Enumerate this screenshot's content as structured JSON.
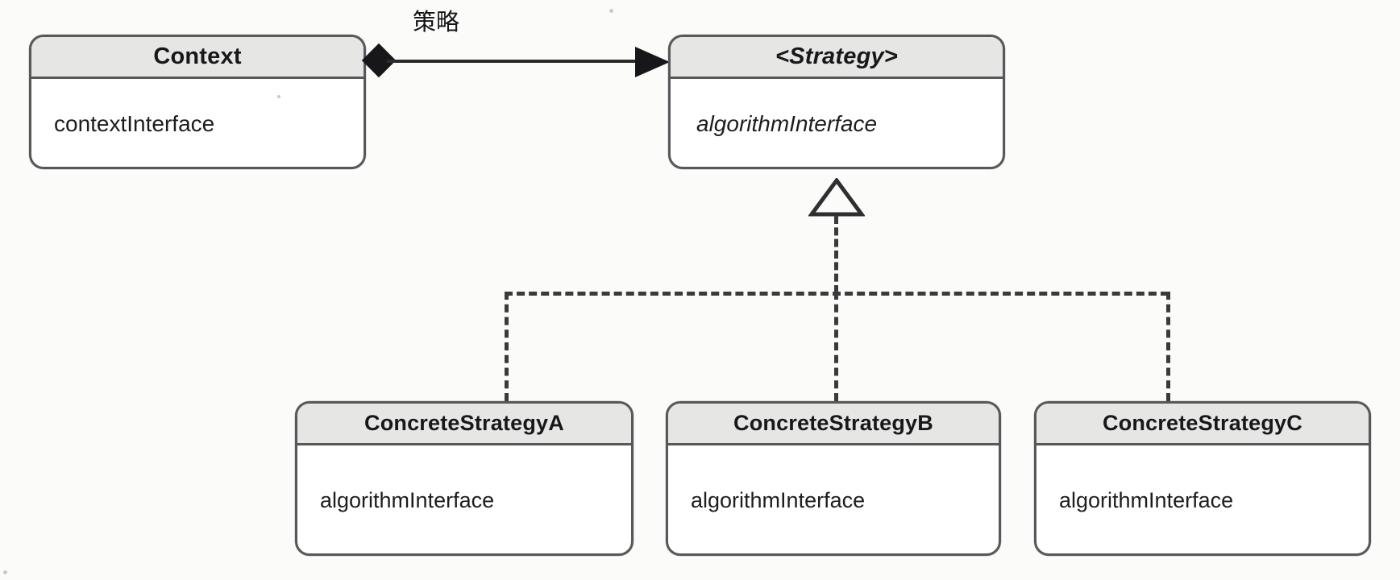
{
  "diagram": {
    "type": "uml-class-diagram",
    "pattern": "Strategy",
    "background_color": "#fbfbf9",
    "line_color": "#3a3a3c",
    "header_fill": "#e6e6e4",
    "body_fill": "#ffffff",
    "border_color": "#58585a"
  },
  "classes": [
    {
      "id": "context",
      "name": "Context",
      "stereotype": "",
      "abstract": false,
      "members": [
        "contextInterface"
      ],
      "member_text": "contextInterface"
    },
    {
      "id": "strategy",
      "name": "<Strategy>",
      "stereotype": "interface",
      "abstract": true,
      "members": [
        "algorithmInterface"
      ],
      "member_text": "algorithmInterface"
    },
    {
      "id": "concrete_a",
      "name": "ConcreteStrategyA",
      "stereotype": "",
      "abstract": false,
      "members": [
        "algorithmInterface"
      ],
      "member_text": "algorithmInterface"
    },
    {
      "id": "concrete_b",
      "name": "ConcreteStrategyB",
      "stereotype": "",
      "abstract": false,
      "members": [
        "algorithmInterface"
      ],
      "member_text": "algorithmInterface"
    },
    {
      "id": "concrete_c",
      "name": "ConcreteStrategyC",
      "stereotype": "",
      "abstract": false,
      "members": [
        "algorithmInterface"
      ],
      "member_text": "algorithmInterface"
    }
  ],
  "relationships": [
    {
      "id": "context-strategy",
      "kind": "composition-association",
      "from": "Context",
      "to": "<Strategy>",
      "label": "策略",
      "source_decoration": "filled-diamond",
      "target_decoration": "filled-arrowhead",
      "line_style": "solid"
    },
    {
      "id": "realize-a",
      "kind": "realization",
      "from": "ConcreteStrategyA",
      "to": "<Strategy>",
      "label": "",
      "target_decoration": "hollow-triangle",
      "line_style": "dashed"
    },
    {
      "id": "realize-b",
      "kind": "realization",
      "from": "ConcreteStrategyB",
      "to": "<Strategy>",
      "label": "",
      "target_decoration": "hollow-triangle",
      "line_style": "dashed"
    },
    {
      "id": "realize-c",
      "kind": "realization",
      "from": "ConcreteStrategyC",
      "to": "<Strategy>",
      "label": "",
      "target_decoration": "hollow-triangle",
      "line_style": "dashed"
    }
  ]
}
